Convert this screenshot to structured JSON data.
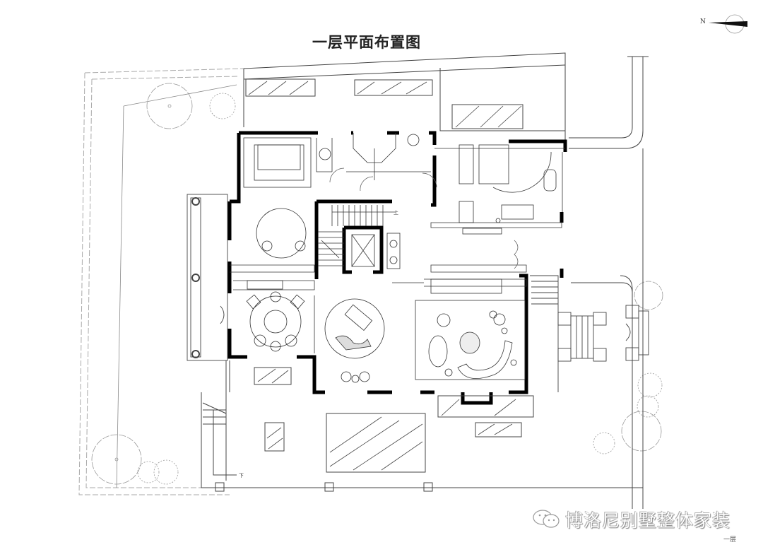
{
  "drawing": {
    "title": "一层平面布置图",
    "north_label": "N",
    "floor_caption": "一层",
    "stair_up_mark": "上",
    "stair_down_mark": "下",
    "watermark": "博洛尼别墅整体家装",
    "colors": {
      "wall": "#000000",
      "line": "#333333",
      "landscape": "#999999",
      "background": "#ffffff"
    }
  },
  "icons": {
    "north_arrow": "compass-north-icon",
    "watermark_logo": "wechat-icon"
  }
}
